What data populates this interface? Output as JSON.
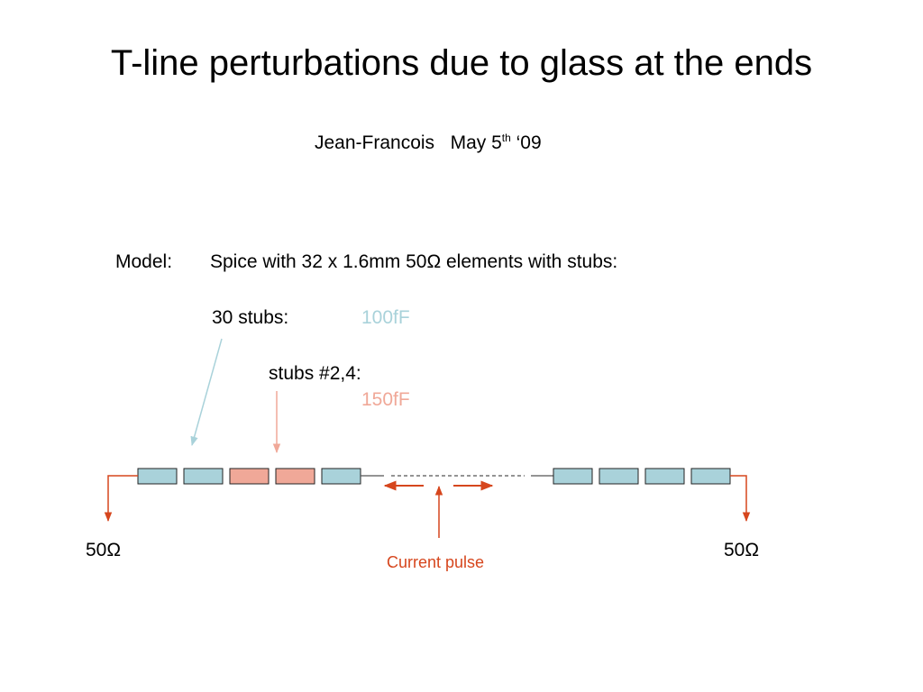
{
  "slide": {
    "title": "T-line perturbations due to glass at the ends",
    "byline": {
      "author": "Jean-Francois",
      "date_prefix": "May 5",
      "date_sup": "th",
      "date_suffix": " ‘09"
    },
    "model": {
      "label": "Model:",
      "description": "Spice with 32 x 1.6mm 50Ω elements with stubs:"
    },
    "stubs_30": {
      "label": "30 stubs:",
      "value": "100fF"
    },
    "stubs_2_4": {
      "label": "stubs #2,4:",
      "value": "150fF"
    },
    "termination_left": "50Ω",
    "termination_right": "50Ω",
    "pulse_label": "Current pulse"
  },
  "colors": {
    "stub_100fF": "#a9d2da",
    "stub_150fF": "#f0a898",
    "accent_orange": "#d6461d",
    "outline": "#222222"
  }
}
